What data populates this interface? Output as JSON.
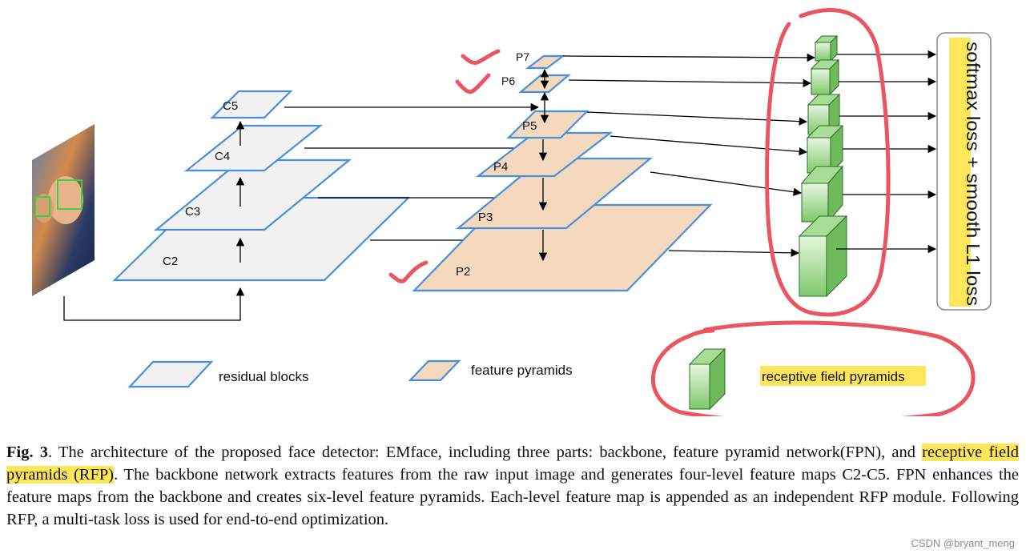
{
  "figure": {
    "backbone_labels": [
      "C5",
      "C4",
      "C3",
      "C2"
    ],
    "pyramid_labels": [
      "P7",
      "P6",
      "P5",
      "P4",
      "P3",
      "P2"
    ],
    "loss_label": "softmax loss + smooth L1 loss",
    "legend": {
      "residual": "residual blocks",
      "feature": "feature pyramids",
      "receptive": "receptive field pyramids"
    }
  },
  "caption": {
    "fig_label": "Fig. 3",
    "part1": ". The architecture of the proposed face detector: EMface, including three parts: backbone, feature pyramid network(FPN), and ",
    "highlight": "receptive field pyramids (RFP)",
    "part2": ". The backbone network extracts features from the raw input image and generates four-level feature maps C2-C5. FPN enhances the feature maps from the backbone and creates six-level feature pyramids. Each-level feature map is appended as an independent RFP module. Following RFP, a multi-task loss is used for end-to-end optimization."
  },
  "watermark": "CSDN @bryant_meng",
  "colors": {
    "residual_fill": "#f1f1f1",
    "feature_fill": "#f4d9bf",
    "plane_edge": "#4a90d9",
    "cube_green": "#8fd07a",
    "highlight": "#fde65a",
    "annotation_red": "#e9565f"
  }
}
